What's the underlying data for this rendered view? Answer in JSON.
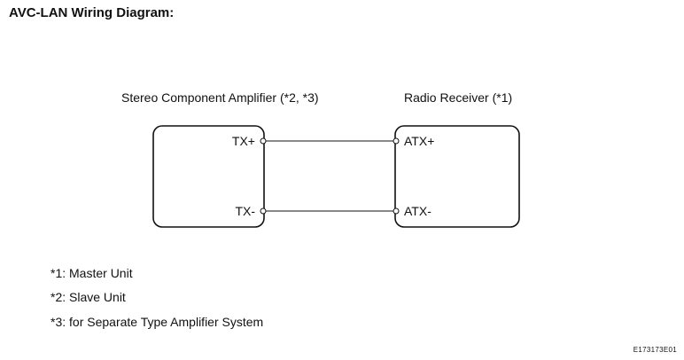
{
  "title": "AVC-LAN Wiring Diagram:",
  "units": {
    "amplifier": {
      "label": "Stereo Component Amplifier (*2, *3)",
      "terminals": [
        "TX+",
        "TX-"
      ]
    },
    "receiver": {
      "label": "Radio Receiver (*1)",
      "terminals": [
        "ATX+",
        "ATX-"
      ]
    }
  },
  "notes": [
    "*1: Master Unit",
    "*2: Slave Unit",
    "*3: for Separate Type Amplifier System"
  ],
  "figure_code": "E173173E01"
}
